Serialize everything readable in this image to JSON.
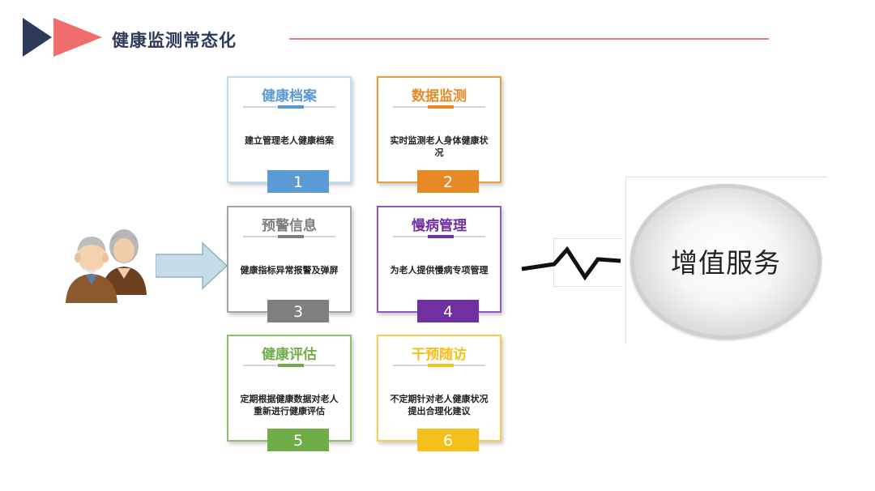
{
  "header": {
    "title": "健康监测常态化"
  },
  "colors": {
    "logo_dark": "#2e3a5a",
    "logo_accent": "#ef6d6d",
    "rule": "#e47a7a"
  },
  "cards": [
    {
      "title": "健康档案",
      "desc": "建立管理老人健康档案",
      "number": "1",
      "color": "#5b9bd5",
      "border": "#bfe0ea"
    },
    {
      "title": "数据监测",
      "desc": "实时监测老人身体健康状况",
      "number": "2",
      "color": "#e78a26",
      "border": "#ee9a3e"
    },
    {
      "title": "预警信息",
      "desc": "健康指标异常报警及弹屏",
      "number": "3",
      "color": "#7f7f7f",
      "border": "#a6a6a6"
    },
    {
      "title": "慢病管理",
      "desc": "为老人提供慢病专项管理",
      "number": "4",
      "color": "#7030a0",
      "border": "#8e5ab8"
    },
    {
      "title": "健康评估",
      "desc": "定期根据健康数据对老人重新进行健康评估",
      "number": "5",
      "color": "#70ad47",
      "border": "#8cc06a"
    },
    {
      "title": "干预随访",
      "desc": "不定期针对老人健康状况提出合理化建议",
      "number": "6",
      "color": "#f5c01b",
      "border": "#f7cc48"
    }
  ],
  "value_added": {
    "label": "增值服务"
  },
  "icons": {
    "people": "elderly-couple-icon",
    "arrow": "right-arrow-icon",
    "link": "zigzag-connector-icon"
  }
}
